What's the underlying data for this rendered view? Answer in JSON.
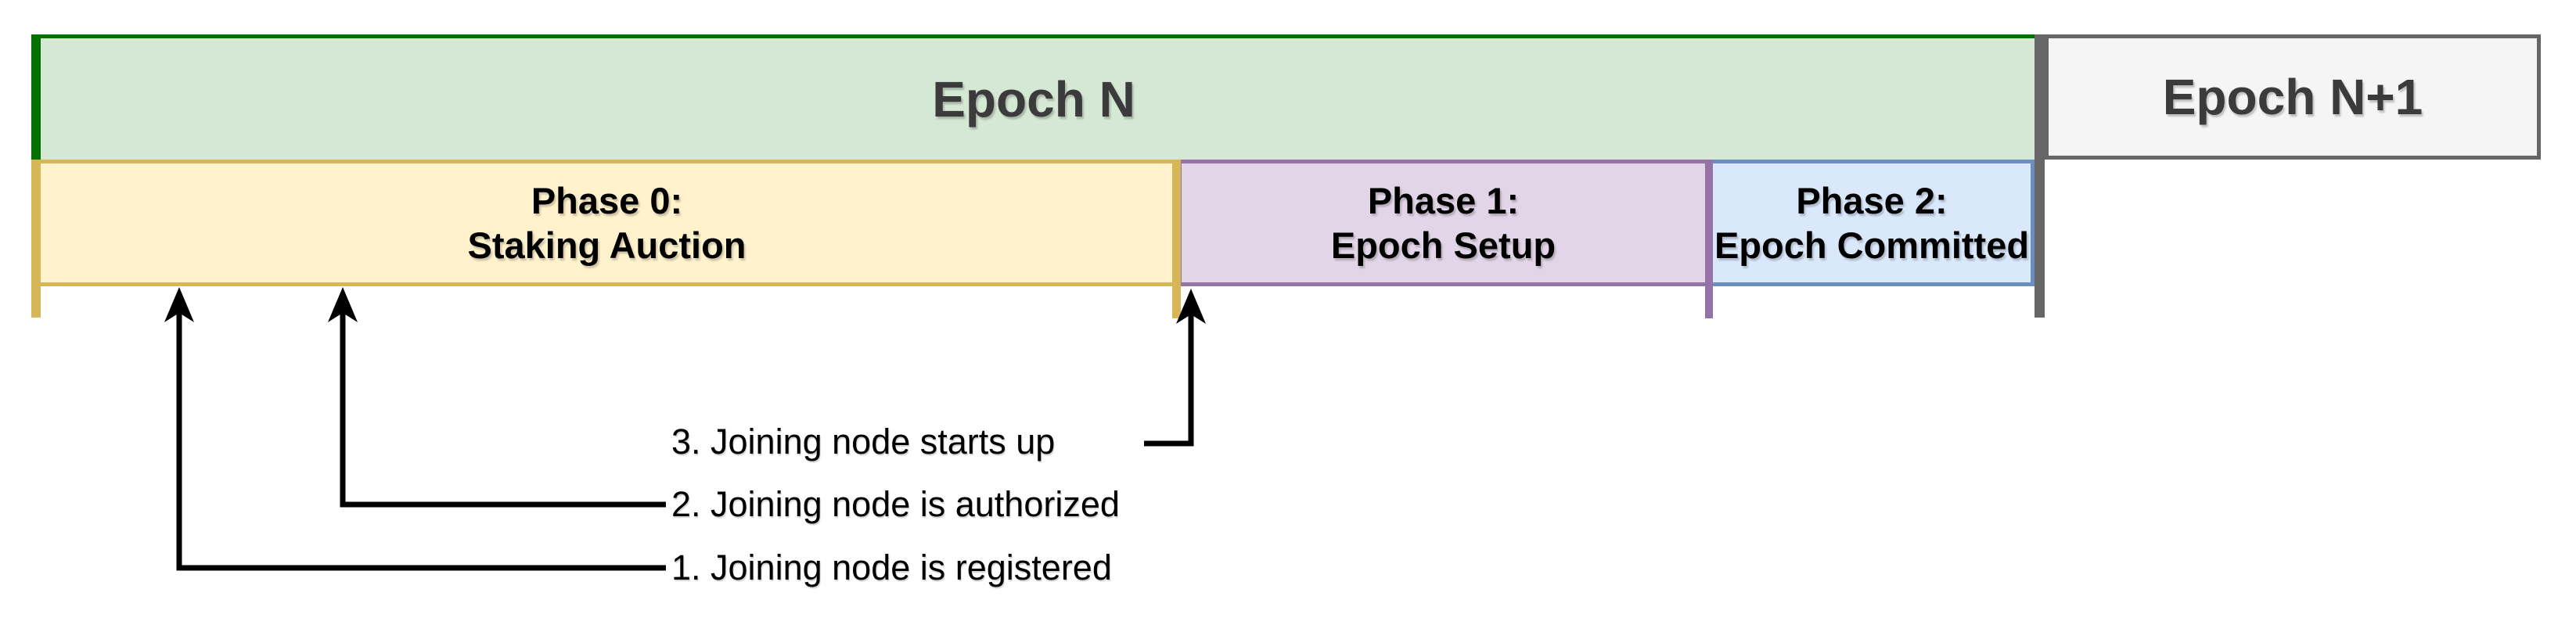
{
  "diagram_title": "Epoch phase timeline",
  "epochs": [
    {
      "label": "Epoch N",
      "fill": "#d5e8d4",
      "border": "#007000",
      "text_color": "#3b3b3b"
    },
    {
      "label": "Epoch N+1",
      "fill": "#f5f5f5",
      "border": "#666666",
      "text_color": "#3b3b3b"
    }
  ],
  "phases": [
    {
      "title": "Phase 0:",
      "subtitle": "Staking Auction",
      "fill": "#fff2cc",
      "border": "#d6b656"
    },
    {
      "title": "Phase 1:",
      "subtitle": "Epoch Setup",
      "fill": "#e1d5e7",
      "border": "#9673a6"
    },
    {
      "title": "Phase 2:",
      "subtitle": "Epoch Committed",
      "fill": "#dae8fc",
      "border": "#6c8ebf"
    }
  ],
  "annotations": [
    {
      "label": "1. Joining node is registered"
    },
    {
      "label": "2. Joining node is authorized"
    },
    {
      "label": "3. Joining node starts up"
    }
  ],
  "colors": {
    "epoch_boundary_bar": "#666666",
    "epoch_start_bar": "#007000",
    "arrow": "#000000",
    "background": "#ffffff"
  }
}
